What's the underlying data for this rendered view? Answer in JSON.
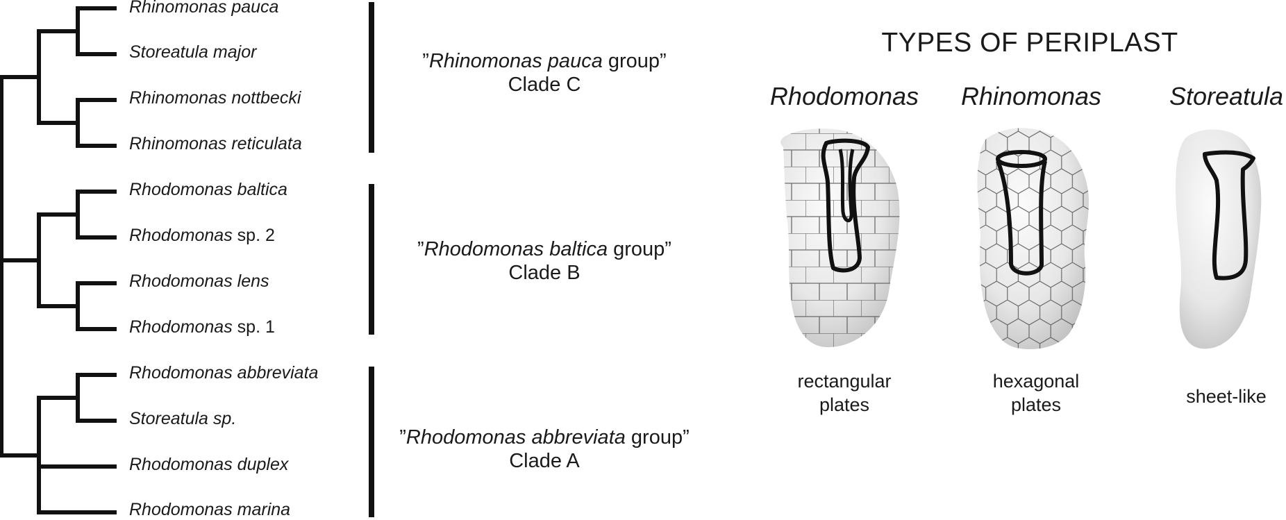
{
  "taxa": [
    {
      "genus": "Rhinomonas",
      "rest": "pauca",
      "rest_italic": true
    },
    {
      "genus": "Storeatula",
      "rest": "major",
      "rest_italic": true
    },
    {
      "genus": "Rhinomonas",
      "rest": "nottbecki",
      "rest_italic": true
    },
    {
      "genus": "Rhinomonas",
      "rest": "reticulata",
      "rest_italic": true
    },
    {
      "genus": "Rhodomonas",
      "rest": "baltica",
      "rest_italic": true
    },
    {
      "genus": "Rhodomonas",
      "rest": "sp. 2",
      "rest_italic": false
    },
    {
      "genus": "Rhodomonas",
      "rest": "lens",
      "rest_italic": true
    },
    {
      "genus": "Rhodomonas",
      "rest": "sp. 1",
      "rest_italic": false
    },
    {
      "genus": "Rhodomonas",
      "rest": "abbreviata",
      "rest_italic": true
    },
    {
      "genus": "Storeatula",
      "rest": "sp.",
      "rest_italic": true
    },
    {
      "genus": "Rhodomonas",
      "rest": "duplex",
      "rest_italic": true
    },
    {
      "genus": "Rhodomonas",
      "rest": "marina",
      "rest_italic": true
    }
  ],
  "groups": [
    {
      "open_quote": "”",
      "name": "Rhinomonas pauca",
      "suffix": " group”",
      "clade": "Clade C"
    },
    {
      "open_quote": "”",
      "name": "Rhodomonas baltica",
      "suffix": " group”",
      "clade": "Clade B"
    },
    {
      "open_quote": "”",
      "name": "Rhodomonas abbreviata",
      "suffix": " group”",
      "clade": "Clade A"
    }
  ],
  "periplast": {
    "title": "TYPES OF PERIPLAST",
    "types": [
      {
        "genus": "Rhodomonas",
        "line1": "rectangular",
        "line2": "plates",
        "pattern": "rectangular"
      },
      {
        "genus": "Rhinomonas",
        "line1": "hexagonal",
        "line2": "plates",
        "pattern": "hexagonal"
      },
      {
        "genus": "Storeatula",
        "line1": "sheet-like",
        "line2": "",
        "pattern": "none"
      }
    ]
  }
}
